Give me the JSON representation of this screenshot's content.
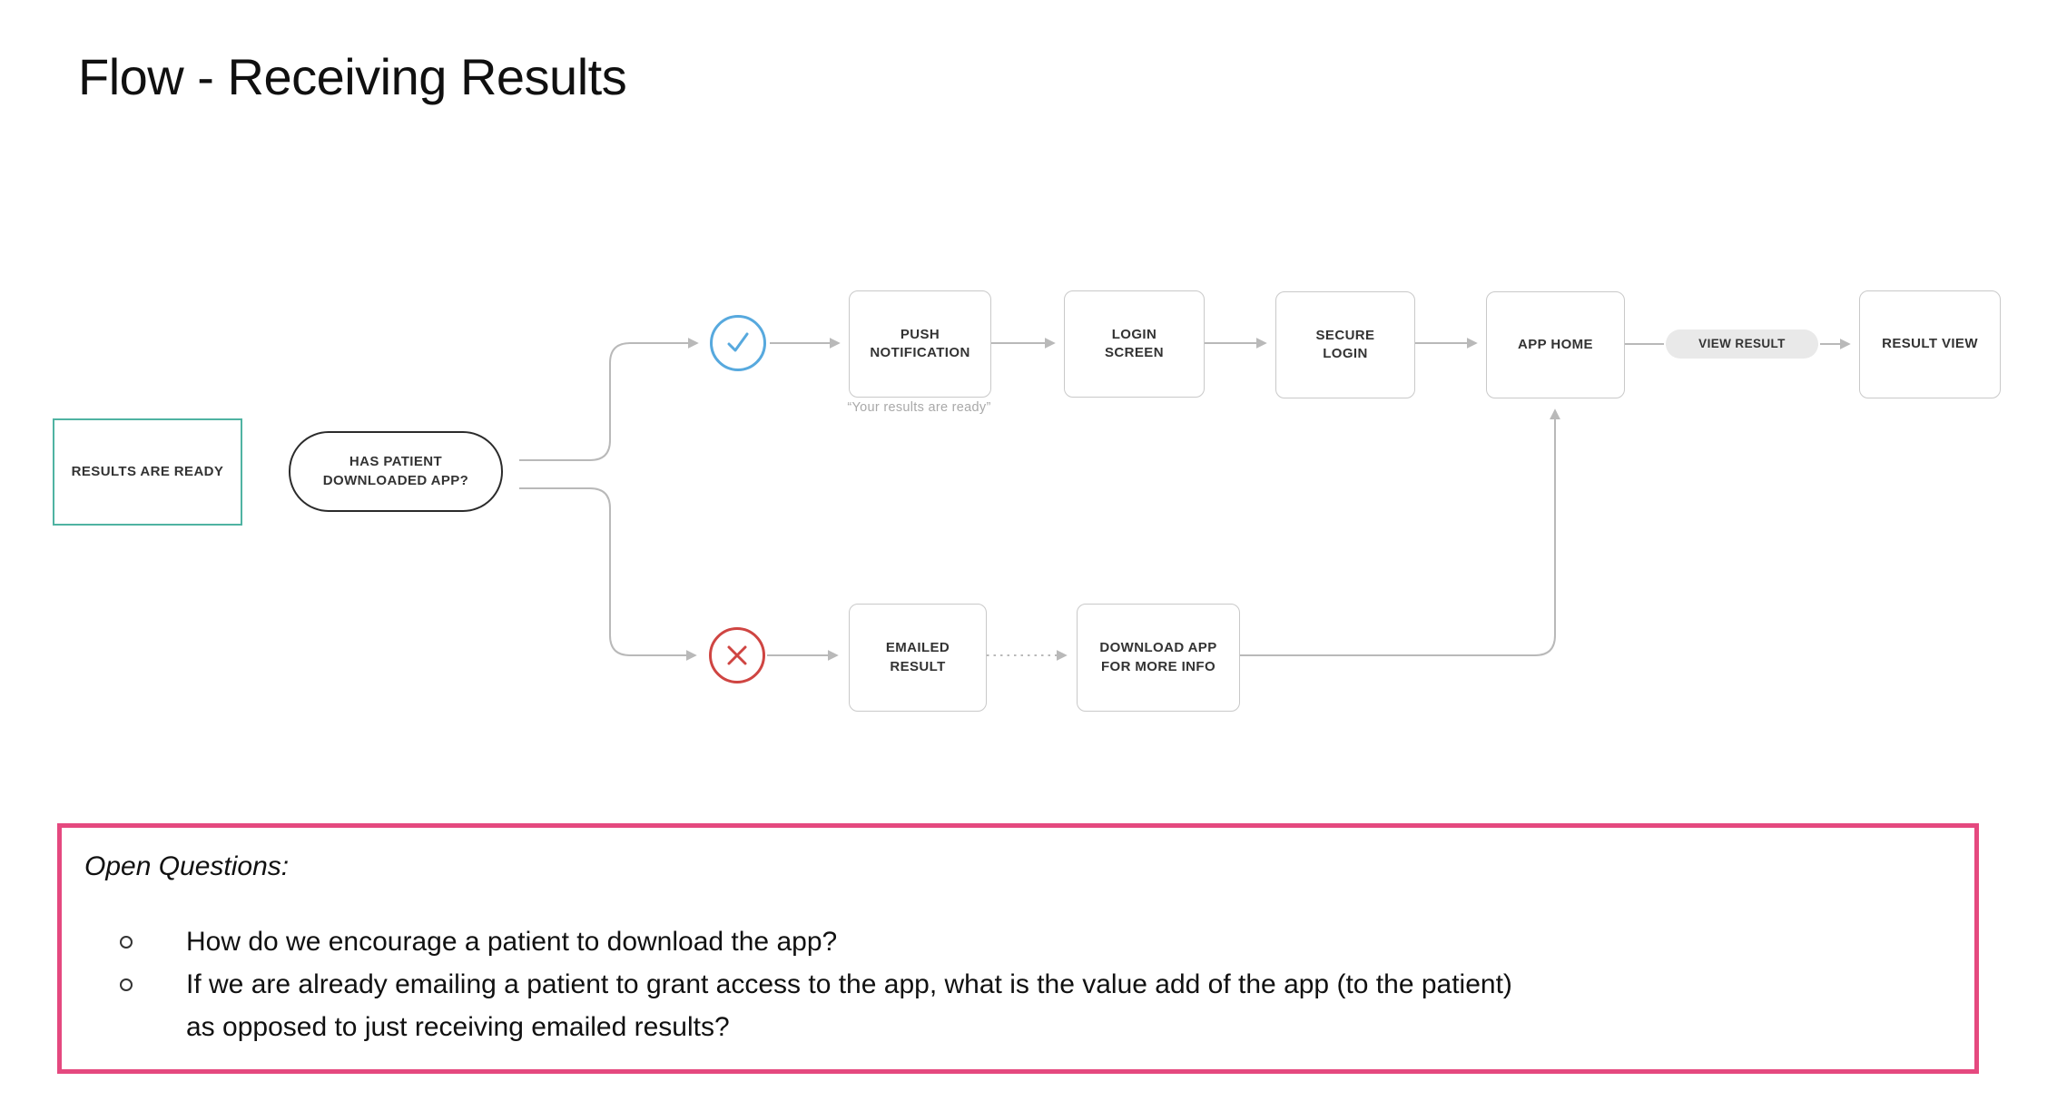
{
  "title": "Flow - Receiving Results",
  "diagram": {
    "nodes": {
      "results_ready": "RESULTS ARE READY",
      "decision": "HAS PATIENT\nDOWNLOADED APP?",
      "push_notification": "PUSH\nNOTIFICATION",
      "push_notification_caption": "“Your results are ready”",
      "login_screen": "LOGIN\nSCREEN",
      "secure_login": "SECURE\nLOGIN",
      "app_home": "APP HOME",
      "view_result": "VIEW RESULT",
      "result_view": "RESULT VIEW",
      "emailed_result": "EMAILED\nRESULT",
      "download_app": "DOWNLOAD APP\nFOR MORE INFO"
    },
    "colors": {
      "start_border_teal": "#4FB3A2",
      "yes_circle_blue": "#57A9DE",
      "no_circle_red": "#CF4542",
      "connector_gray": "#B9B9B9",
      "questions_border_pink": "#E5497F"
    }
  },
  "open_questions": {
    "heading": "Open Questions:",
    "items": [
      "How do we encourage a patient to download the app?",
      "If we are already emailing a patient to grant access to the app, what is the value add of the app (to the patient)\nas opposed to just receiving emailed results?"
    ]
  }
}
